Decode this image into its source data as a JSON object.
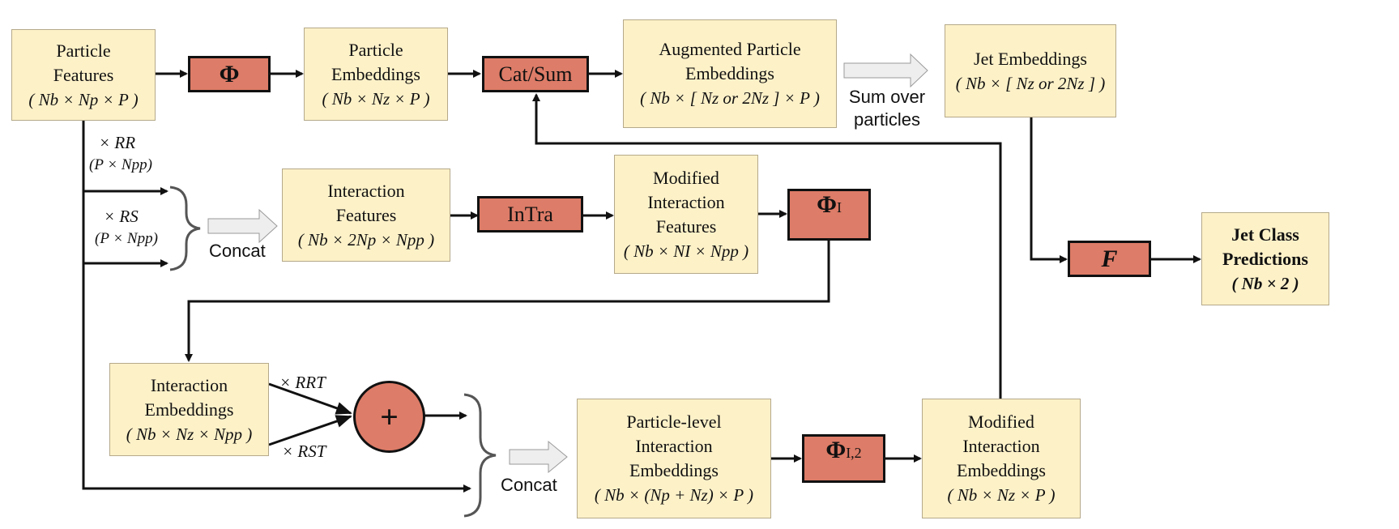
{
  "nodes": {
    "particle_features": {
      "line1": "Particle",
      "line2": "Features",
      "dims": "( Nb × Np × P )"
    },
    "phi": {
      "label": "Φ"
    },
    "particle_embeddings": {
      "line1": "Particle",
      "line2": "Embeddings",
      "dims": "( Nb × Nz × P )"
    },
    "cat_sum": {
      "label": "Cat/Sum"
    },
    "augmented_embeddings": {
      "line1": "Augmented Particle",
      "line2": "Embeddings",
      "dims": "( Nb × [ Nz or 2Nz ] × P )"
    },
    "jet_embeddings": {
      "line1": "Jet Embeddings",
      "dims": "( Nb × [ Nz  or 2Nz ] )"
    },
    "interaction_features": {
      "line1": "Interaction",
      "line2": "Features",
      "dims": "( Nb × 2Np × Npp )"
    },
    "intra": {
      "label": "InTra"
    },
    "modified_interaction_features": {
      "line1": "Modified",
      "line2": "Interaction",
      "line3": "Features",
      "dims": "( Nb × NI × Npp )"
    },
    "phi_i": {
      "label": "Φ",
      "sub": "I"
    },
    "f": {
      "label": "F"
    },
    "jet_class_predictions": {
      "line1": "Jet Class",
      "line2": "Predictions",
      "dims": "( Nb × 2 )"
    },
    "interaction_embeddings": {
      "line1": "Interaction",
      "line2": "Embeddings",
      "dims": "( Nb × Nz × Npp )"
    },
    "plus": {
      "label": "+"
    },
    "particle_level_interaction": {
      "line1": "Particle-level",
      "line2": "Interaction",
      "line3": "Embeddings",
      "dims": "( Nb × (Np + Nz) ×  P )"
    },
    "phi_i2": {
      "label": "Φ",
      "sub": "I,2"
    },
    "modified_interaction_embeddings": {
      "line1": "Modified",
      "line2": "Interaction",
      "line3": "Embeddings",
      "dims": "( Nb × Nz × P )"
    }
  },
  "labels": {
    "sum_over_1": "Sum over",
    "sum_over_2": "particles",
    "concat_top": "Concat",
    "concat_bottom": "Concat",
    "rr": "× RR",
    "rr_dims": "(P × Npp)",
    "rs": "× RS",
    "rs_dims": "(P × Npp)",
    "rr_t": "× RRT",
    "rs_t": "× RST"
  },
  "colors": {
    "data_fill": "#fdf1c8",
    "op_fill": "#dd7c68",
    "arrow": "#111111",
    "fat_arrow": "#eeeeee"
  }
}
